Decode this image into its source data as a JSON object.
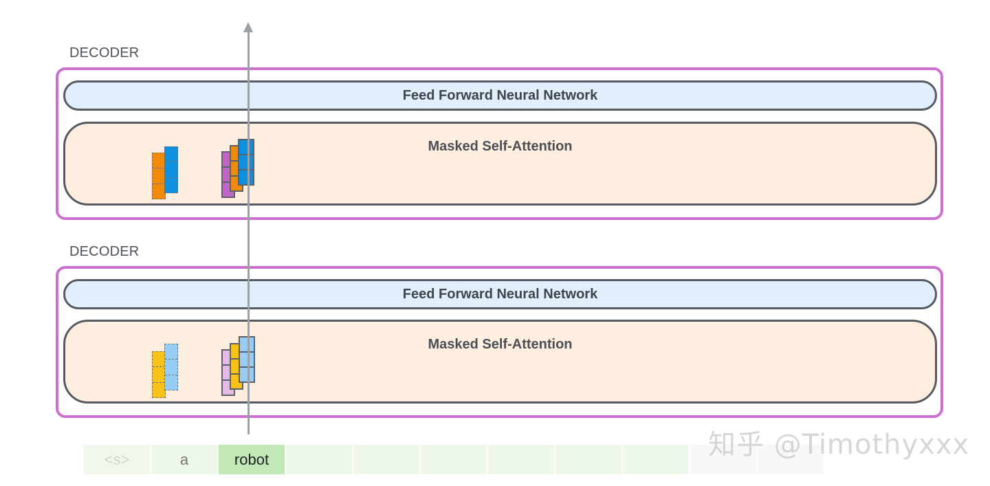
{
  "decoders": [
    {
      "label": "DECODER",
      "ffnn_label": "Feed Forward Neural Network",
      "attention_label": "Masked Self-Attention"
    },
    {
      "label": "DECODER",
      "ffnn_label": "Feed Forward Neural Network",
      "attention_label": "Masked Self-Attention"
    }
  ],
  "tokens": [
    "<s>",
    "a",
    "robot",
    "",
    "",
    "",
    "",
    "",
    "",
    "",
    ""
  ],
  "active_token": "robot",
  "watermark": "知乎 @Timothyxxx",
  "colors": {
    "decoder_border": "#cc6fcf",
    "ffnn_fill": "#e1effc",
    "attention_fill": "#fdeee0",
    "active_token": "#c2e8b7",
    "top_query": "#8e44ad",
    "top_key": "#f08a0c",
    "top_value": "#0f8fe0",
    "bottom_query": "#e4bbe4",
    "bottom_key": "#f8c11b",
    "bottom_value": "#96cdf5"
  }
}
